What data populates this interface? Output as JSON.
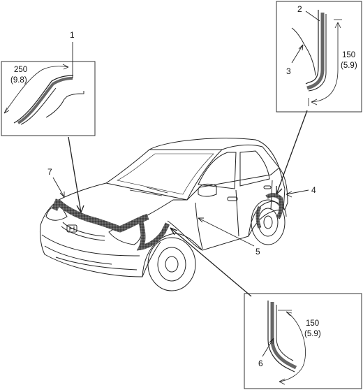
{
  "callouts": {
    "c1": "1",
    "c2": "2",
    "c3": "3",
    "c4": "4",
    "c5": "5",
    "c6": "6",
    "c7": "7"
  },
  "dimensions": {
    "hood_len_mm": "250",
    "hood_len_in": "(9.8)",
    "rear_len_mm": "150",
    "rear_len_in": "(5.9)",
    "front_len_mm": "150",
    "front_len_in": "(5.9)"
  },
  "colors": {
    "line": "#222222",
    "sealant": "#6e6e6e",
    "sealant_dark": "#3a3a3a"
  },
  "icons": {
    "emblem": "honda-emblem-icon"
  }
}
